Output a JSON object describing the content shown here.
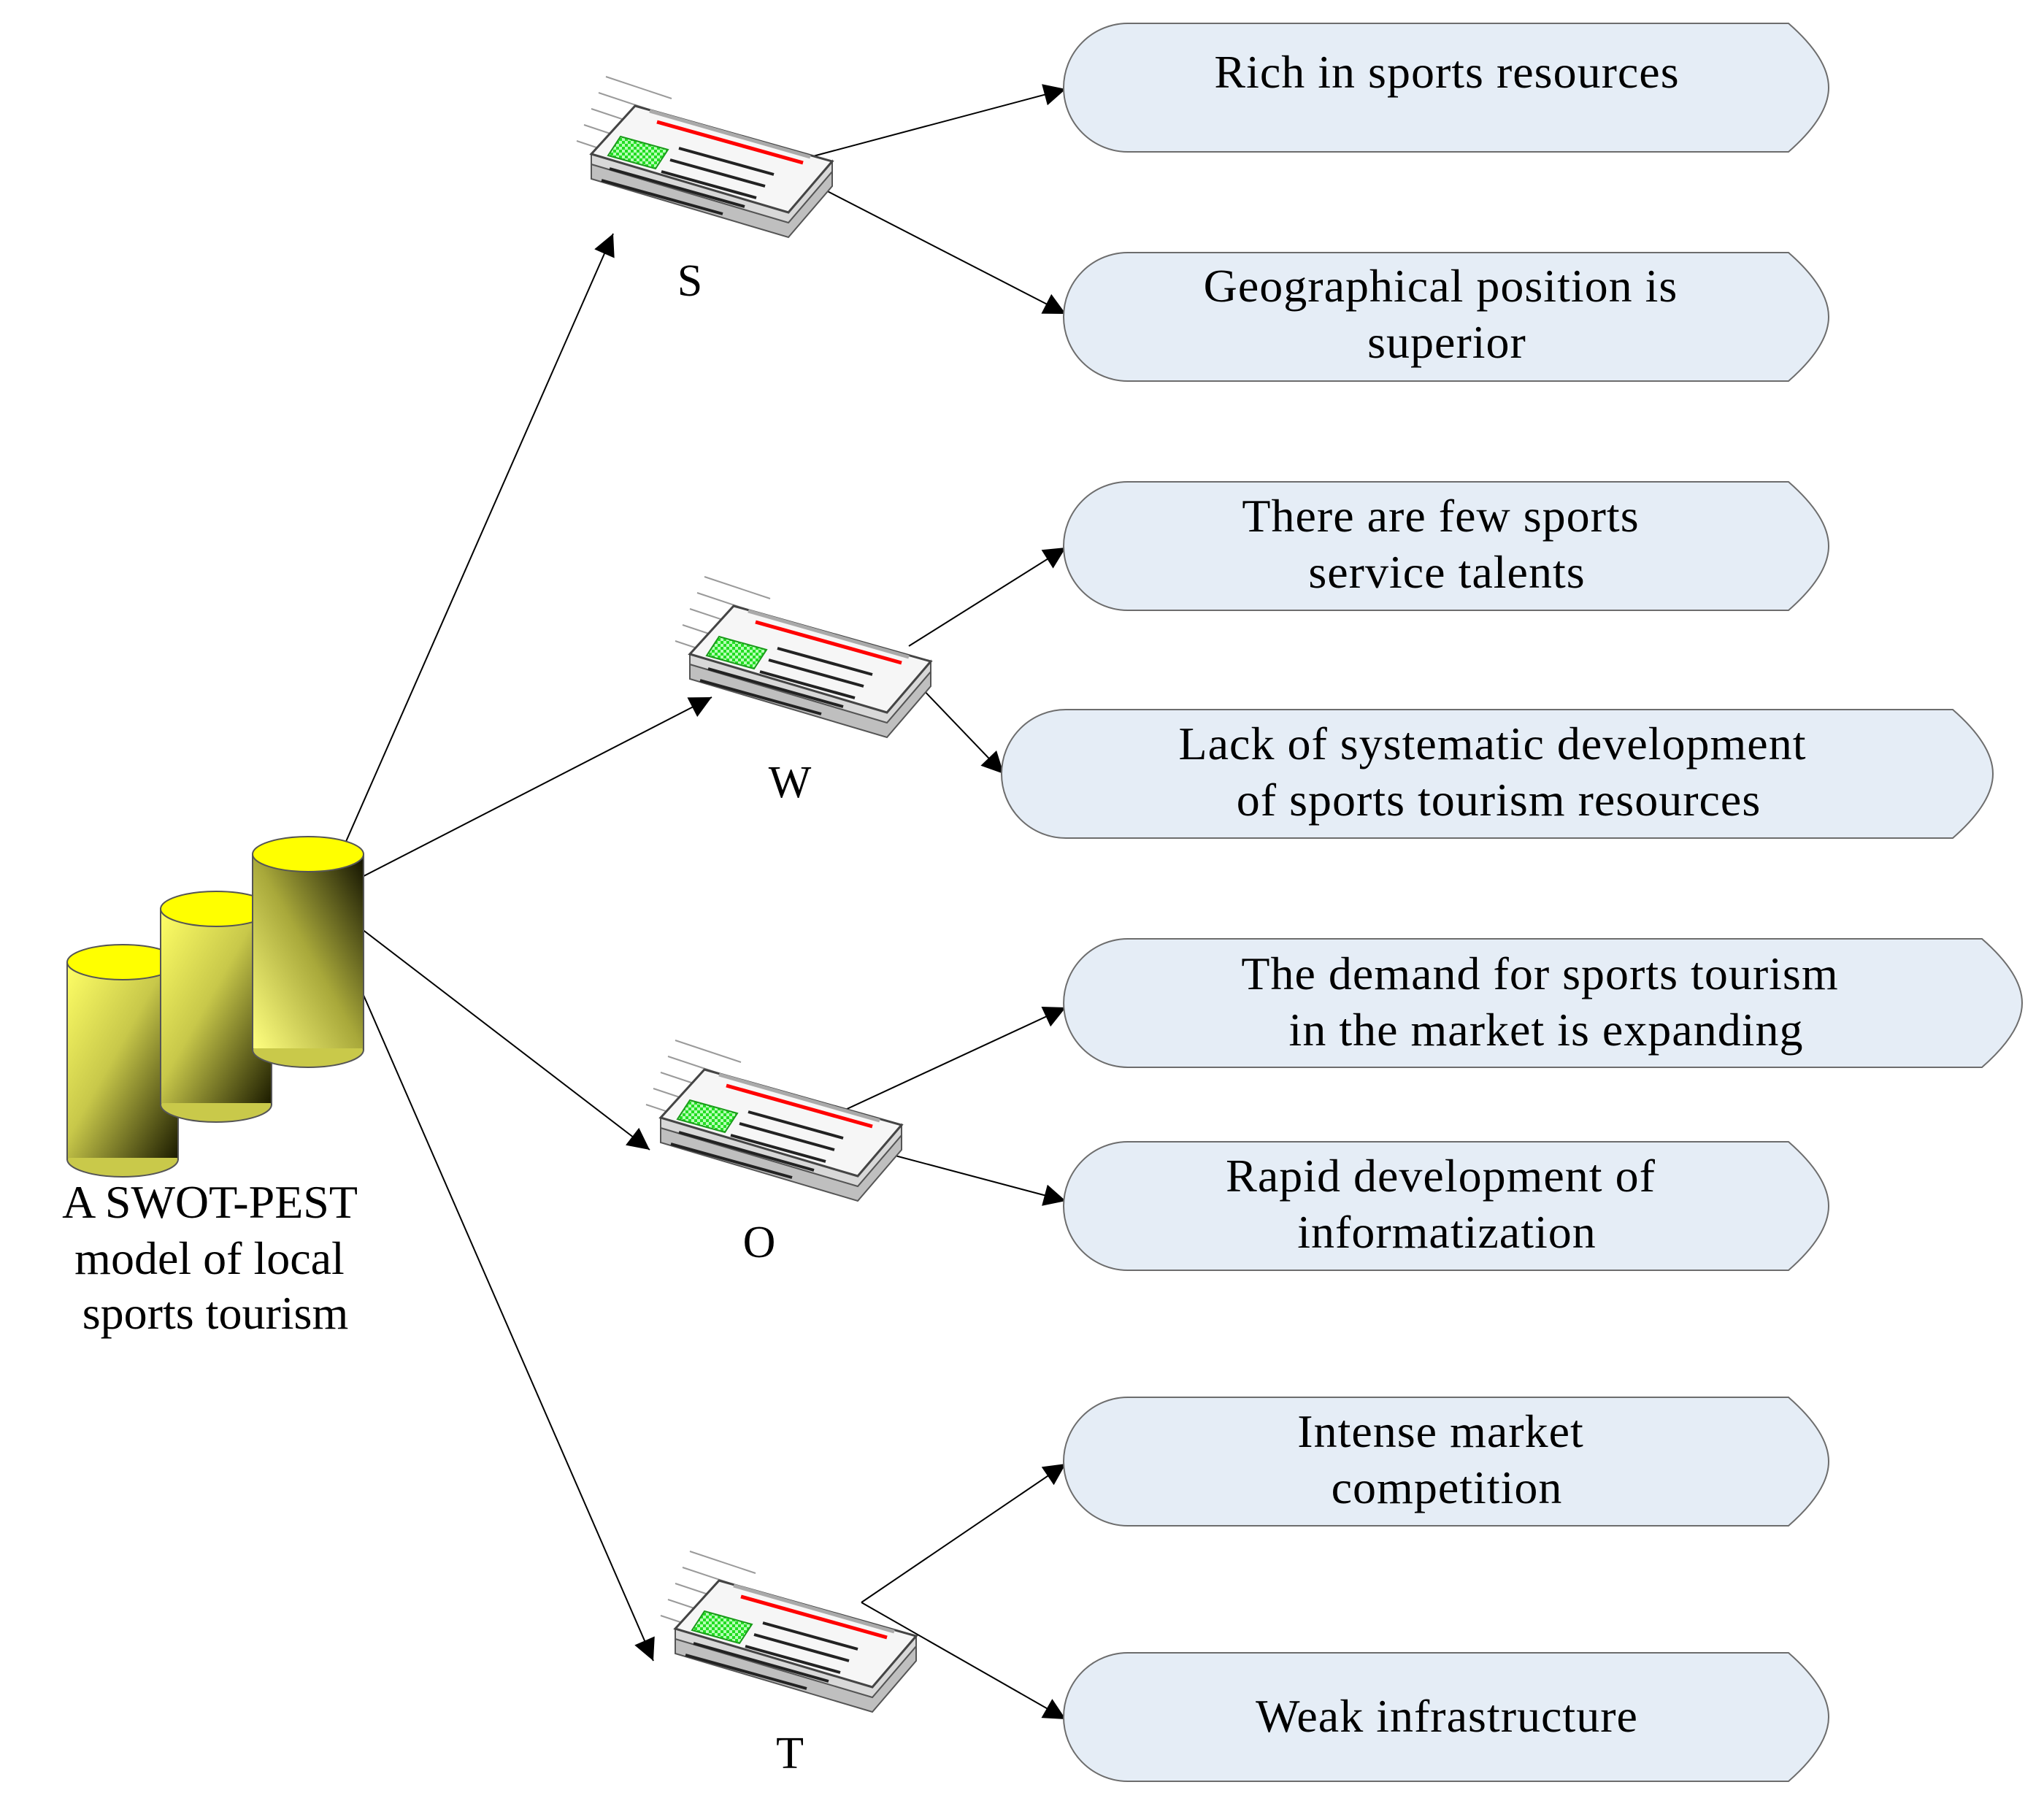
{
  "root": {
    "label_lines": [
      "A SWOT-PEST",
      "model of local",
      "sports tourism"
    ]
  },
  "categories": [
    {
      "letter": "S",
      "items": [
        {
          "lines": [
            "Rich in sports resources"
          ]
        },
        {
          "lines": [
            "Geographical position is",
            "superior"
          ]
        }
      ]
    },
    {
      "letter": "W",
      "items": [
        {
          "lines": [
            "There are few sports",
            "service talents"
          ]
        },
        {
          "lines": [
            "Lack of systematic development",
            "of sports tourism resources"
          ]
        }
      ]
    },
    {
      "letter": "O",
      "items": [
        {
          "lines": [
            "The demand for sports tourism",
            "in the market is expanding"
          ]
        },
        {
          "lines": [
            "Rapid development of",
            "informatization"
          ]
        }
      ]
    },
    {
      "letter": "T",
      "items": [
        {
          "lines": [
            "Intense market",
            "competition"
          ]
        },
        {
          "lines": [
            "Weak infrastructure"
          ]
        }
      ]
    }
  ],
  "colors": {
    "box_fill": "#e5edf6",
    "box_stroke": "#6d6d6d",
    "cylinder_yellow": "#ffff00",
    "headline_red": "#ff0000",
    "photo_green": "#33ee33"
  }
}
